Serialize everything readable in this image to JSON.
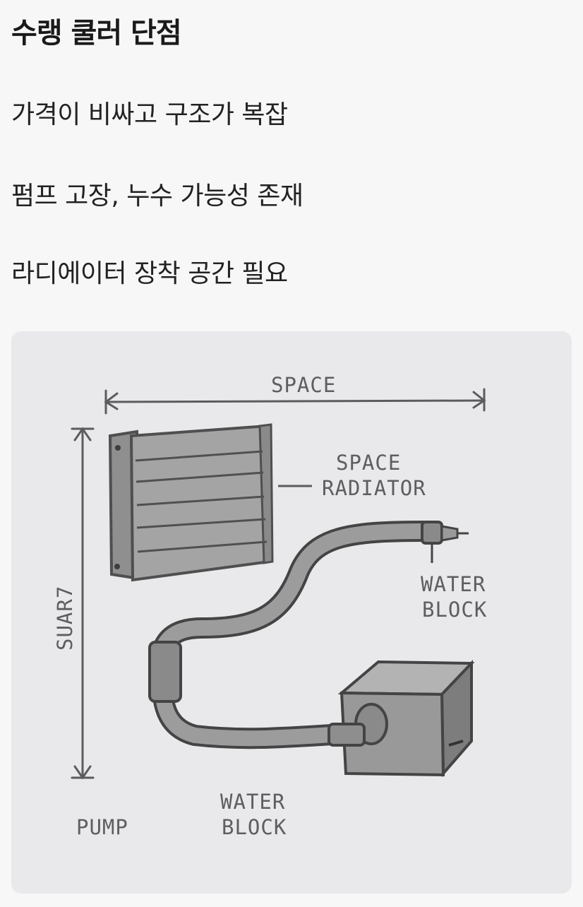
{
  "heading": "수랭 쿨러 단점",
  "points": [
    "가격이 비싸고 구조가 복잡",
    "펌프 고장, 누수 가능성 존재",
    "라디에이터 장착 공간 필요"
  ],
  "illustration": {
    "label_space_top": "SPACE",
    "label_space_radiator_1": "SPACE",
    "label_space_radiator_2": "RADIATOR",
    "label_water_block_right_1": "WATER",
    "label_water_block_right_2": "BLOCK",
    "label_side": "SUAR7",
    "label_pump": "PUMP",
    "label_water_block_bottom_1": "WATER",
    "label_water_block_bottom_2": "BLOCK"
  }
}
